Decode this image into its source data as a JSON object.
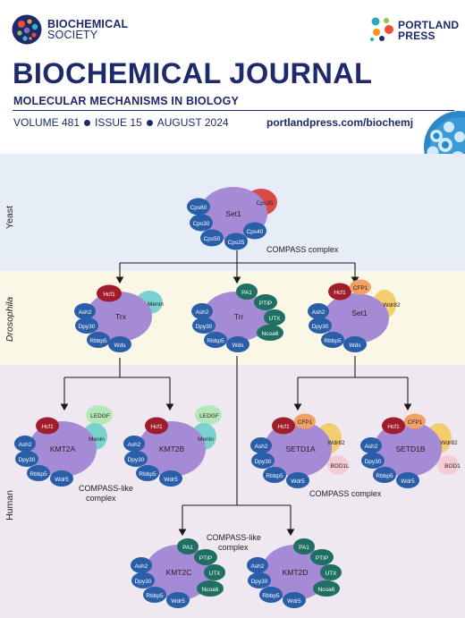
{
  "header": {
    "society_line1": "BIOCHEMICAL",
    "society_line2": "SOCIETY",
    "press_line1": "PORTLAND",
    "press_line2": "PRESS",
    "journal_title": "BIOCHEMICAL JOURNAL",
    "subtitle": "MOLECULAR MECHANISMS IN BIOLOGY",
    "volume": "VOLUME 481",
    "issue": "ISSUE 15",
    "date": "AUGUST 2024",
    "url": "portlandpress.com/biochemj"
  },
  "sections": {
    "yeast": "Yeast",
    "drosophila": "Drosophila",
    "human": "Human"
  },
  "colors": {
    "yeast_band": "#e6edf6",
    "drosophila_band": "#fbf7e7",
    "human_band": "#efe8f0",
    "core_purple": "#a58bd5",
    "blue_subunit": "#2a5ea8",
    "green_subunit": "#1f6f62",
    "red_subunit": "#a01d2b",
    "teal_menin": "#7ad1cf",
    "ledgf_green": "#b5e8b9",
    "wdr82_yellow": "#f3cd6e",
    "cfp1_orange": "#f4a064",
    "bod1_pink": "#f5ccd3",
    "cps35_red": "#d94a4a",
    "title_navy": "#1e2a6b"
  },
  "complexes": {
    "yeast_set1": {
      "core": "Set1",
      "subunits": [
        "Cps60",
        "Cps30",
        "Cps50",
        "Cps25",
        "Cps40",
        "Cps35"
      ],
      "caption": "COMPASS complex"
    },
    "dm_trx": {
      "core": "Trx",
      "subunits": [
        "Hcf1",
        "Ash2",
        "Dpy30",
        "Rbbp5",
        "Wds",
        "Menin"
      ]
    },
    "dm_trr": {
      "core": "Trr",
      "subunits": [
        "PA1",
        "PTIP",
        "Ash2",
        "UTX",
        "Dpy30",
        "Rbbp5",
        "Ncoa6",
        "Wds"
      ]
    },
    "dm_set1": {
      "core": "Set1",
      "subunits": [
        "Hcf1",
        "CFP1",
        "Ash2",
        "Wdr82",
        "Dpy30",
        "Rbbp5",
        "Wds"
      ]
    },
    "kmt2a": {
      "core": "KMT2A",
      "subunits": [
        "Hcf1",
        "LEDGF",
        "Ash2",
        "Menin",
        "Dpy30",
        "Rbbp5",
        "Wdr5"
      ]
    },
    "kmt2b": {
      "core": "KMT2B",
      "subunits": [
        "Hcf1",
        "LEDGF",
        "Ash2",
        "Menin",
        "Dpy30",
        "Rbbp5",
        "Wdr5"
      ]
    },
    "setd1a": {
      "core": "SETD1A",
      "subunits": [
        "Hcf1",
        "CFP1",
        "Ash2",
        "Wdr82",
        "Dpy30",
        "BOD1L",
        "Rbbp5",
        "Wdr5"
      ]
    },
    "setd1b": {
      "core": "SETD1B",
      "subunits": [
        "Hcf1",
        "CFP1",
        "Ash2",
        "Wdr82",
        "Dpy30",
        "BOD1",
        "Rbbp5",
        "Wdr5"
      ]
    },
    "kmt2c": {
      "core": "KMT2C",
      "subunits": [
        "PA1",
        "PTIP",
        "Ash2",
        "UTX",
        "Dpy30",
        "Ncoa6",
        "Rbbp5",
        "Wdr5"
      ]
    },
    "kmt2d": {
      "core": "KMT2D",
      "subunits": [
        "PA1",
        "PTIP",
        "Ash2",
        "UTX",
        "Dpy30",
        "Ncoa6",
        "Rbbp5",
        "Wdr5"
      ]
    }
  },
  "captions": {
    "compass_like_1": "COMPASS-like",
    "compass_like_2": "complex",
    "compass_like_b_1": "COMPASS-like",
    "compass_like_b_2": "complex",
    "compass_human": "COMPASS complex"
  }
}
